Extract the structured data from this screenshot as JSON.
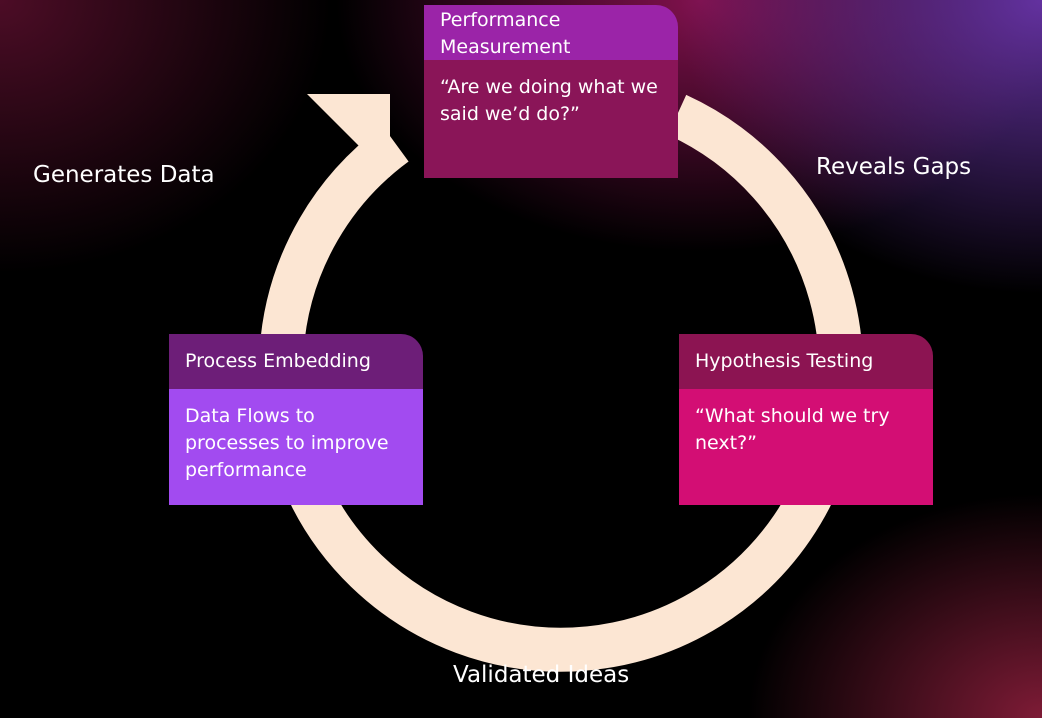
{
  "stages": {
    "performance": {
      "title": "Performance Measurement",
      "question": "“Are we doing what we said we’d do?”",
      "head_color": "#9B24A8",
      "body_color": "#8A1558"
    },
    "hypothesis": {
      "title": "Hypothesis Testing",
      "question": "“What should we try next?”",
      "head_color": "#8C1452",
      "body_color": "#D30E74"
    },
    "process": {
      "title": "Process Embedding",
      "question": "Data Flows to processes to improve performance",
      "head_color": "#6D1E78",
      "body_color": "#A24BF0"
    }
  },
  "transitions": {
    "performance_to_hypothesis": "Reveals Gaps",
    "hypothesis_to_process": "Validated Ideas",
    "process_to_performance": "Generates Data"
  },
  "colors": {
    "cycle_ring": "#FCE6D3",
    "text": "#FFFFFF"
  },
  "icons": {
    "arrow_head": "arrow-head-icon"
  }
}
